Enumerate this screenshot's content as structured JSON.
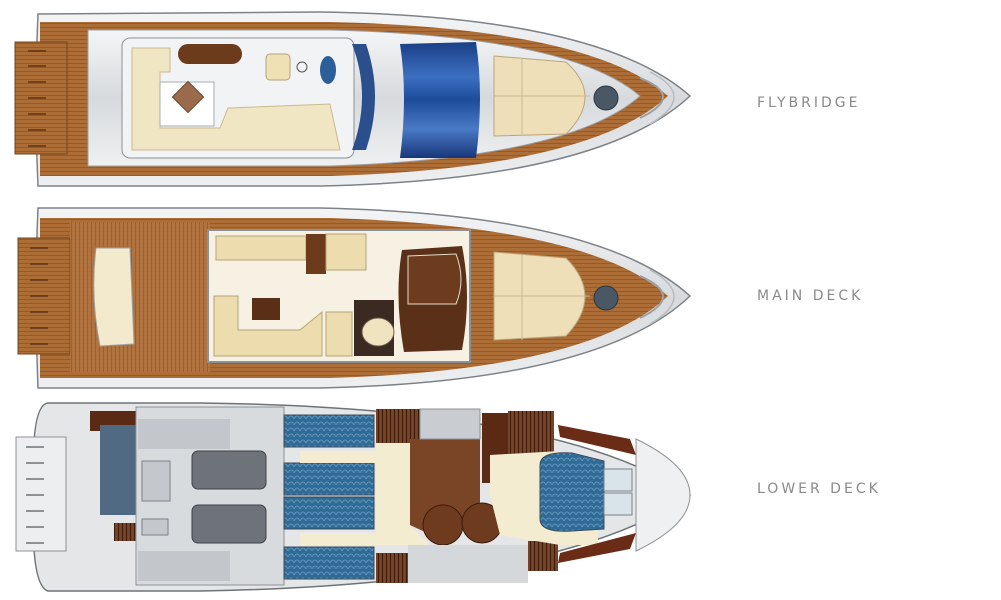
{
  "figure": {
    "type": "yacht deck plan",
    "decks": [
      {
        "id": "flybridge",
        "label": "FLYBRIDGE"
      },
      {
        "id": "main",
        "label": "MAIN DECK"
      },
      {
        "id": "lower",
        "label": "LOWER DECK"
      }
    ]
  },
  "colors": {
    "teak": "#a86a34",
    "teak_dark": "#7a4a22",
    "hull_silver": "#d9dcdf",
    "hull_outline": "#8c9196",
    "upholstery": "#efe3bf",
    "cabin_floor": "#f6f1e2",
    "blue_panel": "#1f4f9a",
    "bed_blue": "#2f6f9a",
    "wood_dark": "#5c2f17",
    "label_gray": "#8a8a8a"
  }
}
